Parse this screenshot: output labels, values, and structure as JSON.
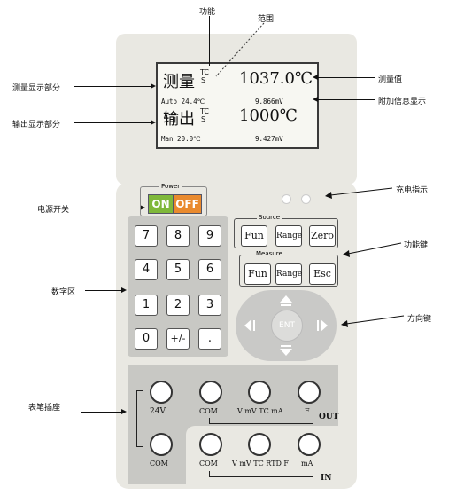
{
  "annotations": {
    "function": "功能",
    "range": "范围",
    "measure_display": "测量显示部分",
    "measured_value": "测量值",
    "extra_info": "附加信息显示",
    "output_display": "输出显示部分",
    "charge_indicator": "充电指示",
    "power_switch": "电源开关",
    "function_keys": "功能键",
    "numeric_area": "数字区",
    "direction_keys": "方向键",
    "probe_socket": "表笔插座"
  },
  "lcd": {
    "measure_label": "测量",
    "measure_func_top": "TC",
    "measure_func_bottom": "S",
    "measure_value": "1037.0℃",
    "measure_sub_left": "Auto 24.4℃",
    "measure_sub_right": "9.866mV",
    "output_label": "输出",
    "output_func_top": "TC",
    "output_func_bottom": "S",
    "output_value": "1000℃",
    "output_sub_left": "Man  20.0℃",
    "output_sub_right": "9.427mV"
  },
  "power": {
    "title": "Power",
    "on": "ON",
    "off": "OFF"
  },
  "keypad": [
    "7",
    "8",
    "9",
    "4",
    "5",
    "6",
    "1",
    "2",
    "3",
    "0",
    "+/-",
    "."
  ],
  "source": {
    "title": "Source",
    "fun": "Fun",
    "range": "Range",
    "zero": "Zero"
  },
  "measure": {
    "title": "Measure",
    "fun": "Fun",
    "range": "Range",
    "esc": "Esc"
  },
  "dpad": {
    "center": "ENT"
  },
  "jacks": {
    "v24": "24V",
    "com_out": "COM",
    "vmv_out": "V mV TC mA",
    "f_out": "F",
    "out": "OUT",
    "com_left": "COM",
    "com_in": "COM",
    "vmv_in": "V mV TC RTD F",
    "ma_in": "mA",
    "in": "IN"
  }
}
